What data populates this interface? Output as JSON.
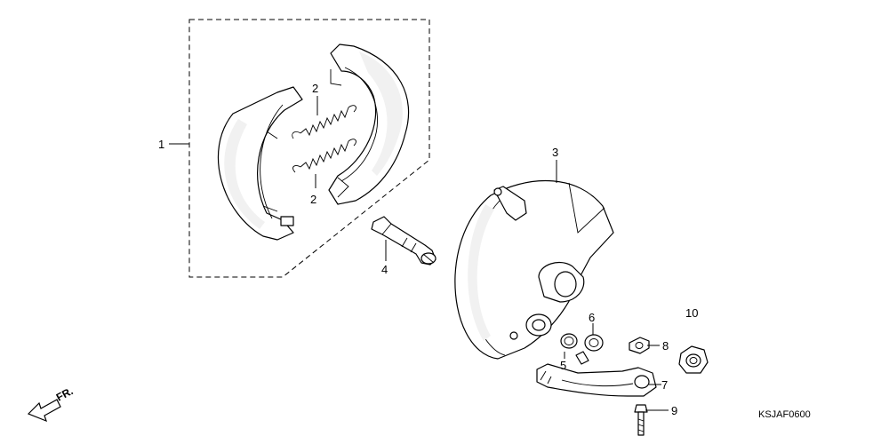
{
  "callouts": [
    {
      "id": "1",
      "text": "1"
    },
    {
      "id": "2a",
      "text": "2"
    },
    {
      "id": "2b",
      "text": "2"
    },
    {
      "id": "3",
      "text": "3"
    },
    {
      "id": "4",
      "text": "4"
    },
    {
      "id": "5",
      "text": "5"
    },
    {
      "id": "6",
      "text": "6"
    },
    {
      "id": "7",
      "text": "7"
    },
    {
      "id": "8",
      "text": "8"
    },
    {
      "id": "9",
      "text": "9"
    },
    {
      "id": "10",
      "text": "10"
    }
  ],
  "direction_marker": "FR.",
  "diagram_code": "KSJAF0600"
}
